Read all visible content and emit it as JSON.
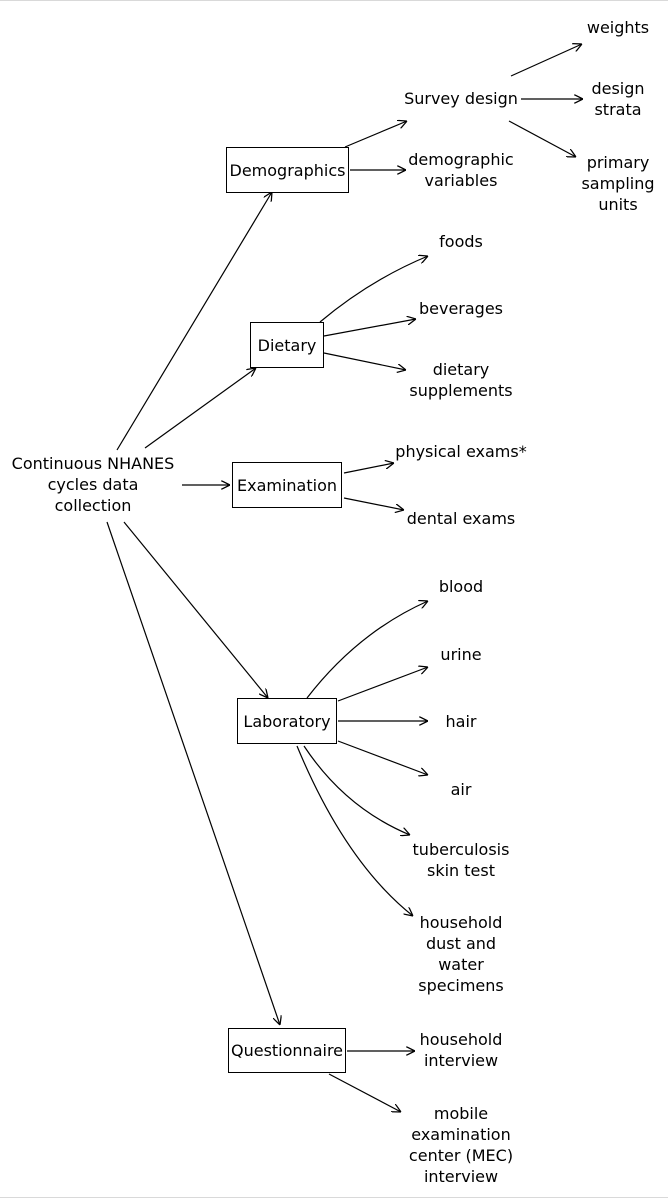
{
  "root": {
    "label": "Continuous NHANES\ncycles data\ncollection"
  },
  "categories": {
    "demographics": "Demographics",
    "dietary": "Dietary",
    "examination": "Examination",
    "laboratory": "Laboratory",
    "questionnaire": "Questionnaire"
  },
  "leaves": {
    "survey_design": "Survey design",
    "demographic_variables": "demographic\nvariables",
    "weights": "weights",
    "design_strata": "design\nstrata",
    "primary_sampling_units": "primary\nsampling\nunits",
    "foods": "foods",
    "beverages": "beverages",
    "dietary_supplements": "dietary\nsupplements",
    "physical_exams": "physical exams*",
    "dental_exams": "dental exams",
    "blood": "blood",
    "urine": "urine",
    "hair": "hair",
    "air": "air",
    "tuberculosis_skin_test": "tuberculosis\nskin test",
    "household_dust": "household\ndust and\nwater\nspecimens",
    "household_interview": "household\ninterview",
    "mec_interview": "mobile\nexamination\ncenter (MEC)\ninterview"
  }
}
